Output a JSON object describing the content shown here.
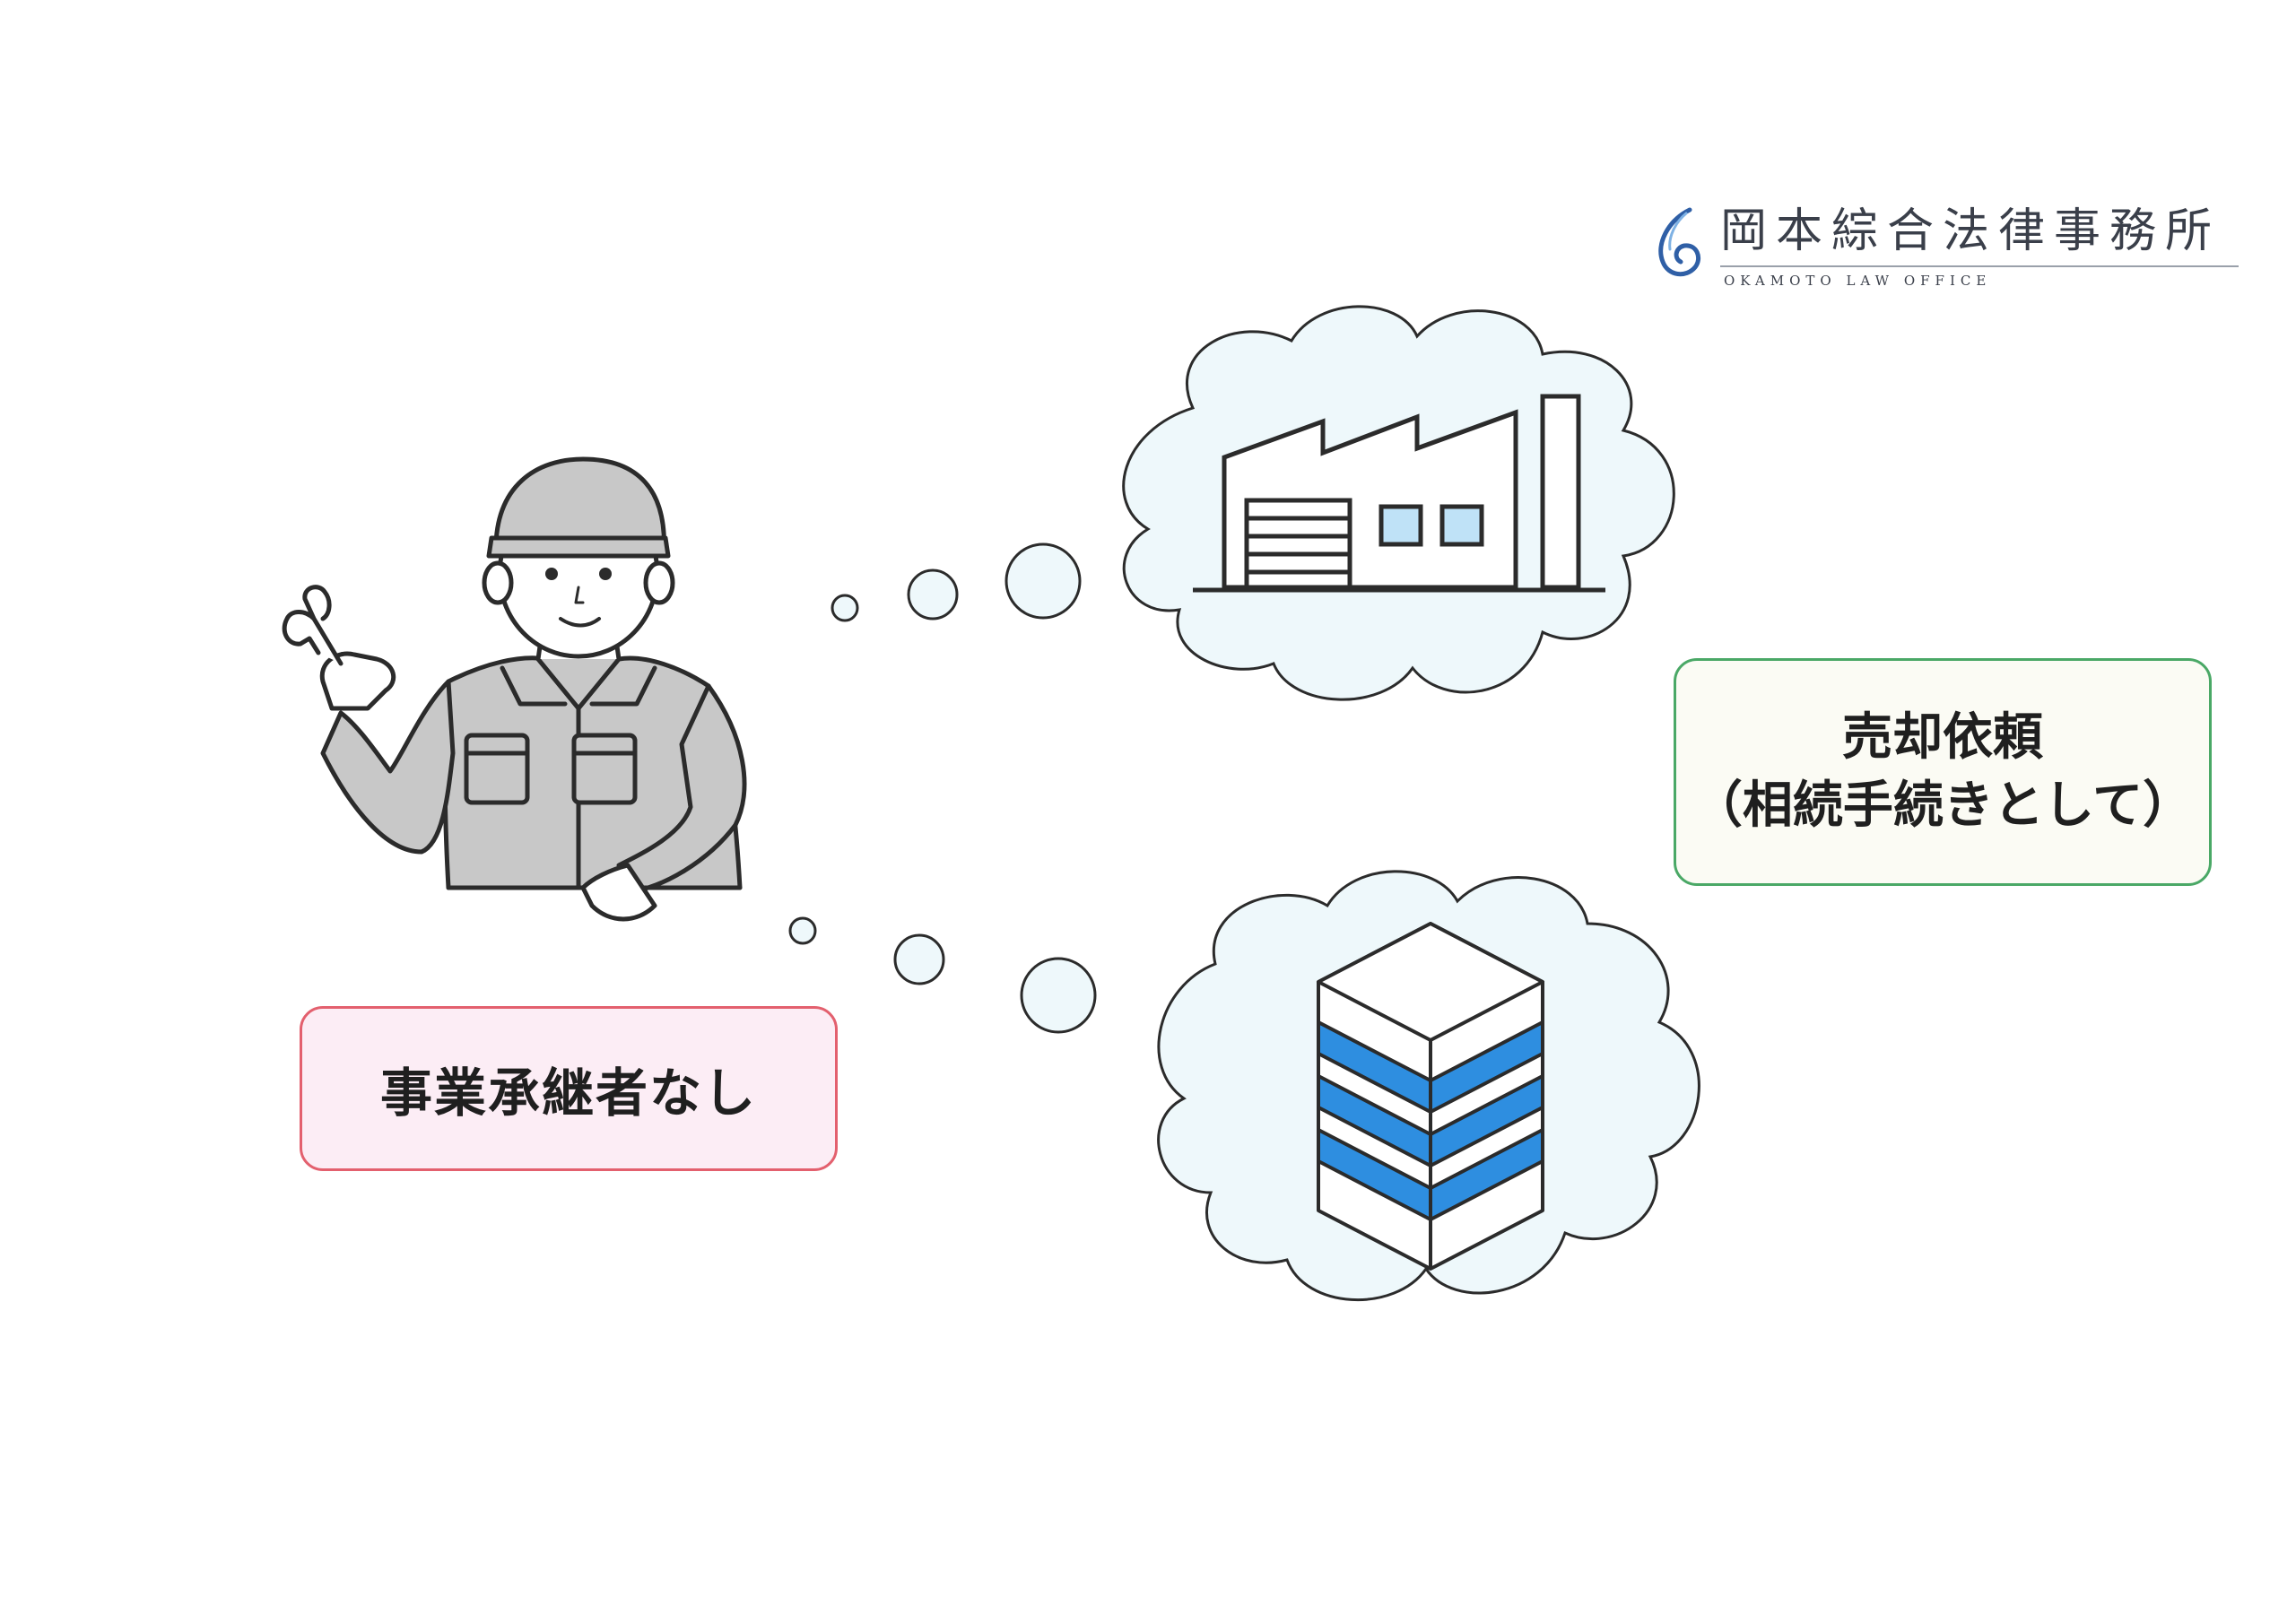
{
  "logo": {
    "name_jp": "岡本綜合法律事務所",
    "name_en": "OKAMOTO LAW OFFICE",
    "mark_icon": "swirl-logo-icon"
  },
  "labels": {
    "no_successor": "事業承継者なし",
    "sale_request_line1": "売却依頼",
    "sale_request_line2": "（相続手続きとして）"
  },
  "icons": {
    "worker": "worker-with-wrench-icon",
    "factory": "factory-icon",
    "stock": "stacked-shares-icon"
  },
  "colors": {
    "cloud_fill": "#eef8fb",
    "stroke": "#2b2b2b",
    "accent_blue": "#2e8ee0",
    "window_blue": "#bfe2f7",
    "uniform_gray": "#c8c8c8",
    "pink_border": "#e3606e",
    "green_border": "#4aa866"
  }
}
